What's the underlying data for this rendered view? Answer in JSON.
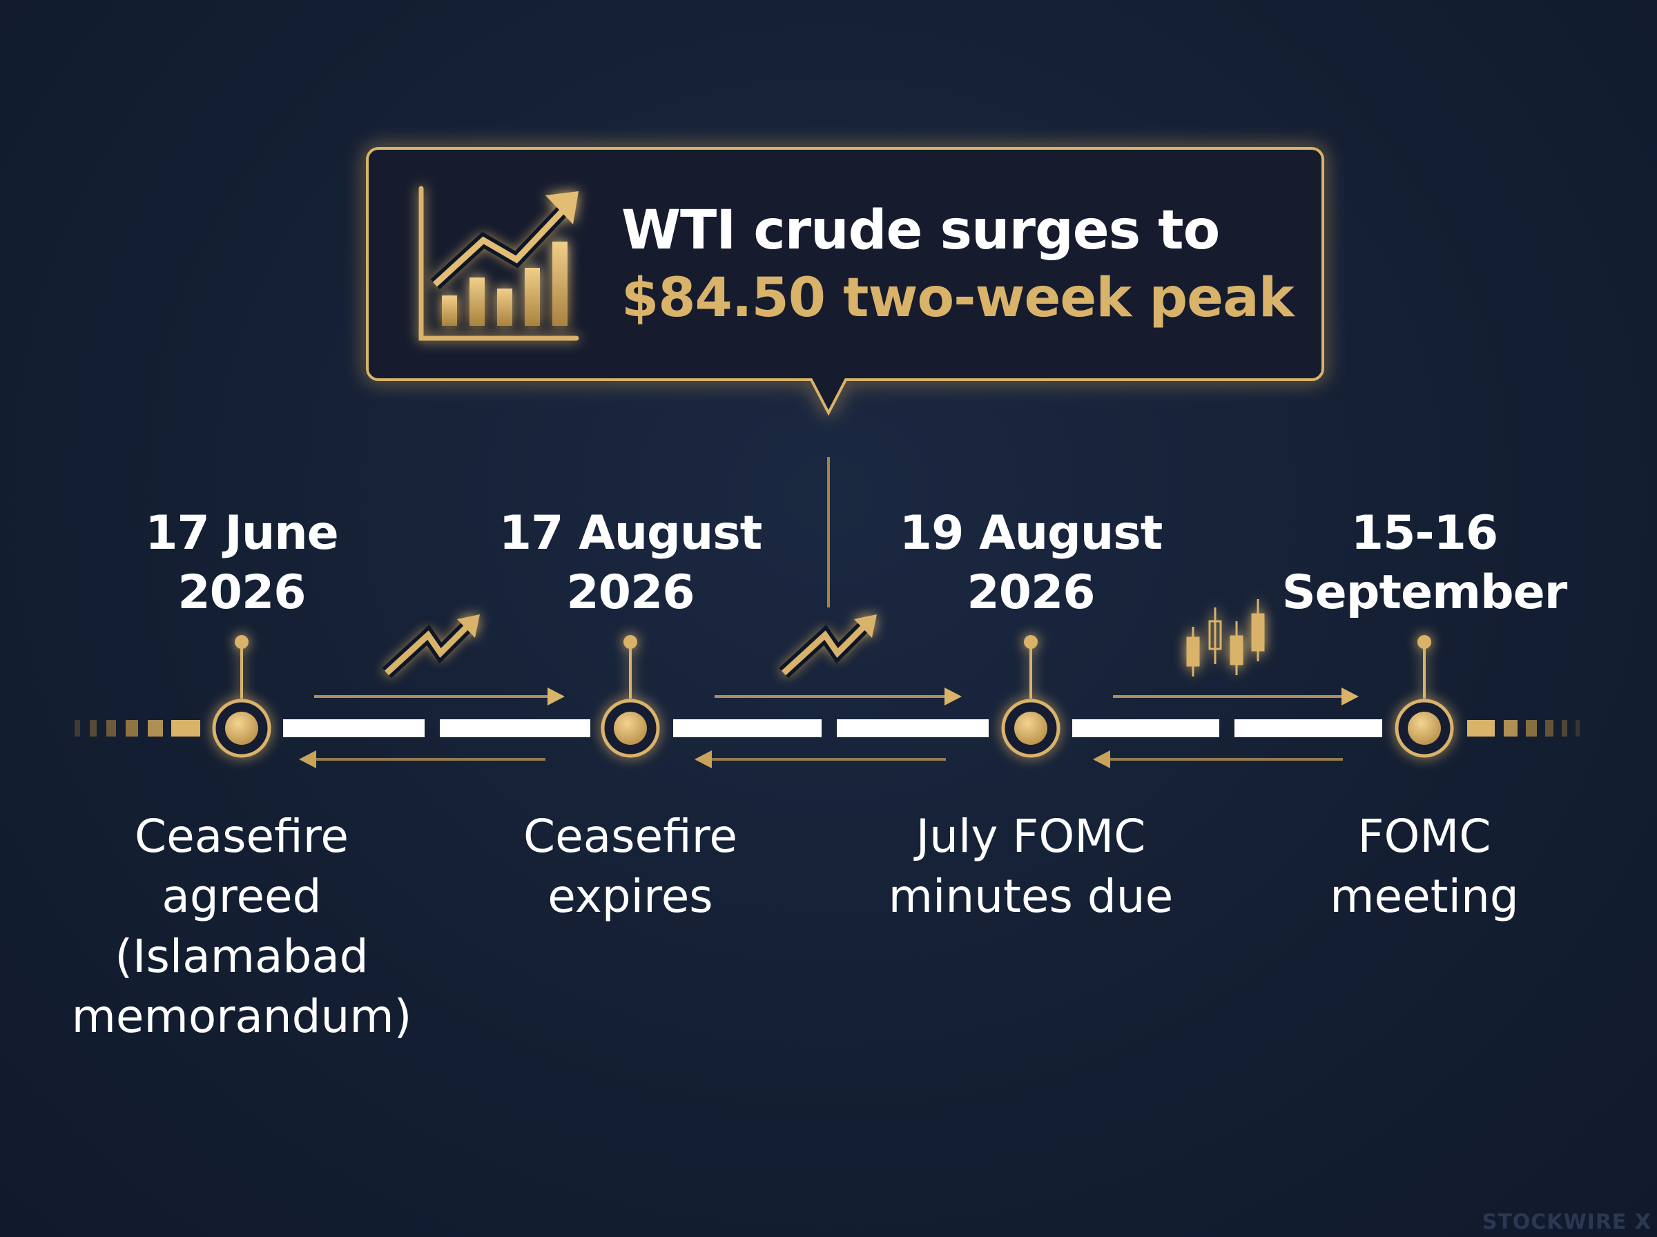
{
  "callout": {
    "line1": "WTI crude surges to",
    "line2": "$84.50 two-week peak",
    "icon": "rising-bar-chart-icon"
  },
  "events": [
    {
      "date": [
        "17 June",
        "2026"
      ],
      "label": [
        "Ceasefire",
        "agreed",
        "(Islamabad",
        "memorandum)"
      ]
    },
    {
      "date": [
        "17 August",
        "2026"
      ],
      "label": [
        "Ceasefire",
        "expires"
      ]
    },
    {
      "date": [
        "19 August",
        "2026"
      ],
      "label": [
        "July FOMC",
        "minutes due"
      ]
    },
    {
      "date": [
        "15-16",
        "September"
      ],
      "label": [
        "FOMC",
        "meeting"
      ]
    }
  ],
  "brand": "STOCKWIRE X",
  "colors": {
    "background": "#141f33",
    "accent_gold": "#d9b36a",
    "text": "#ffffff"
  }
}
